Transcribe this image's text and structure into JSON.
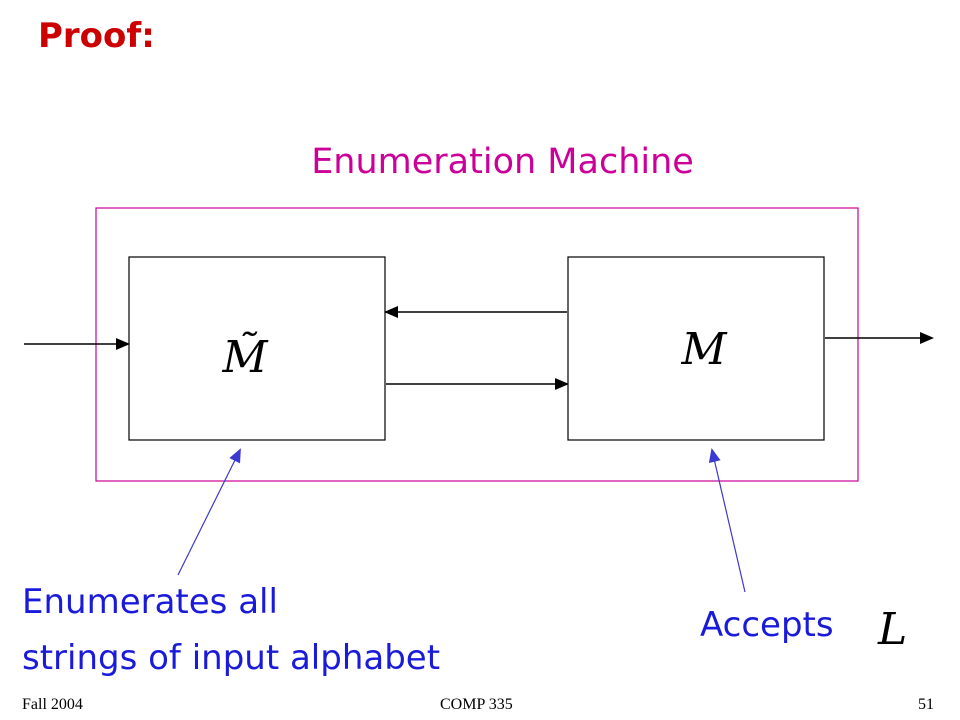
{
  "title": "Proof:",
  "diagram": {
    "container_label": "Enumeration Machine",
    "left_box_symbol": "M̃",
    "right_box_symbol": "M",
    "left_caption_line1": "Enumerates all",
    "left_caption_line2": "strings of input alphabet",
    "right_caption": "Accepts",
    "right_caption_symbol": "L",
    "colors": {
      "title": "#cc0000",
      "container_border": "#cc0099",
      "captions": "#1a1adb",
      "pointer_lines": "#3a3ad0"
    }
  },
  "footer": {
    "left": "Fall 2004",
    "center": "COMP 335",
    "right": "51"
  }
}
